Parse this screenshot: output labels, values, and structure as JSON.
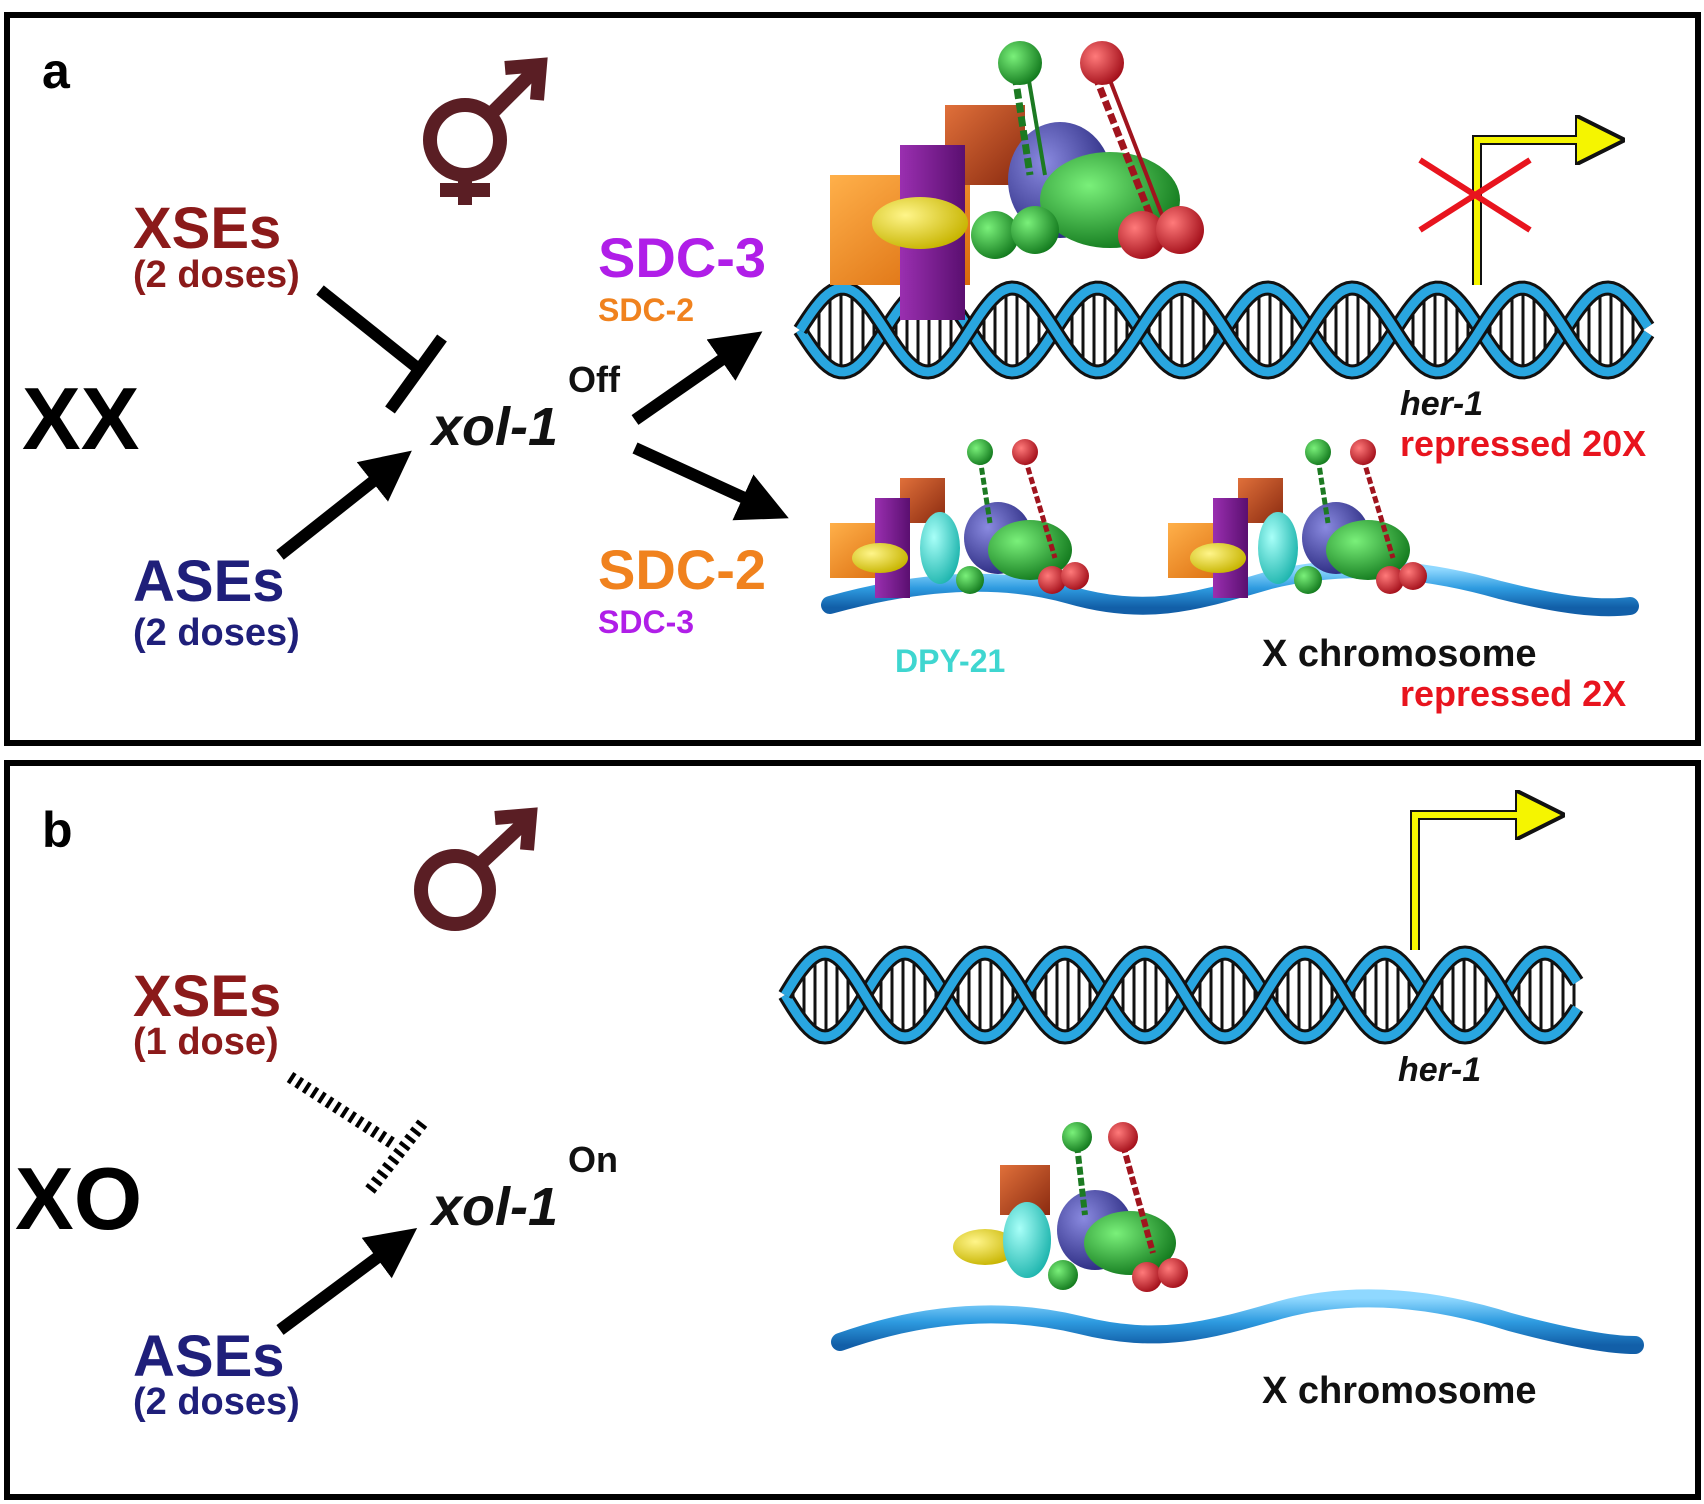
{
  "panel_a": {
    "letter": "a",
    "genotype": "XX",
    "sex_symbol": "hermaphrodite-symbol",
    "xses_label": "XSEs",
    "xses_dose": "(2 doses)",
    "ases_label": "ASEs",
    "ases_dose": "(2 doses)",
    "xol_gene": "xol-1",
    "xol_state": "Off",
    "upper_primary": "SDC-3",
    "upper_secondary": "SDC-2",
    "lower_primary": "SDC-2",
    "lower_secondary": "SDC-3",
    "target_gene": "her-1",
    "target_repression": "repressed 20X",
    "dpy_label": "DPY-21",
    "chromosome_label": "X chromosome",
    "chromosome_repression": "repressed 2X"
  },
  "panel_b": {
    "letter": "b",
    "genotype": "XO",
    "sex_symbol": "male-symbol",
    "xses_label": "XSEs",
    "xses_dose": "(1 dose)",
    "ases_label": "ASEs",
    "ases_dose": "(2 doses)",
    "xol_gene": "xol-1",
    "xol_state": "On",
    "target_gene": "her-1",
    "chromosome_label": "X chromosome"
  },
  "colors": {
    "sex_symbol": "#5a1e24",
    "xses": "#8b1a1a",
    "ases": "#1f1f7a",
    "sdc3": "#b01ee8",
    "sdc2": "#f0821e",
    "repressed": "#e8141e",
    "dpy21": "#3fd6d0",
    "dna": "#29a6e0",
    "promoter_arrow": "#f5f500"
  }
}
